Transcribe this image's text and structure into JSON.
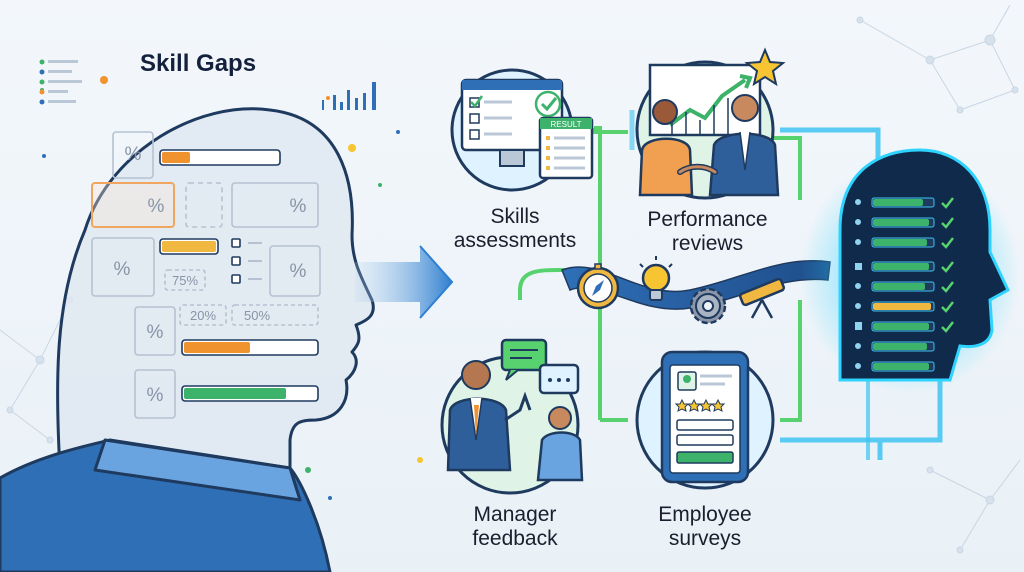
{
  "title": "Skill Gaps",
  "head_labels": {
    "pct_symbol": "%",
    "pct_75": "75%",
    "pct_20": "20%",
    "pct_50": "50%"
  },
  "result_badge": "RESULT",
  "sources": [
    {
      "label": "Skills\nassessments"
    },
    {
      "label": "Performance\nreviews"
    },
    {
      "label": "Manager\nfeedback"
    },
    {
      "label": "Employee\nsurveys"
    }
  ],
  "colors": {
    "head_outline": "#1f3a5f",
    "accent_blue": "#2f6fb6",
    "green_ring": "#57d26e",
    "cyan_line": "#3fc3f0",
    "bar_orange": "#f0922e",
    "bar_green": "#3cb26a",
    "star": "#f7c531",
    "profile_glow": "#2fd3ff"
  }
}
